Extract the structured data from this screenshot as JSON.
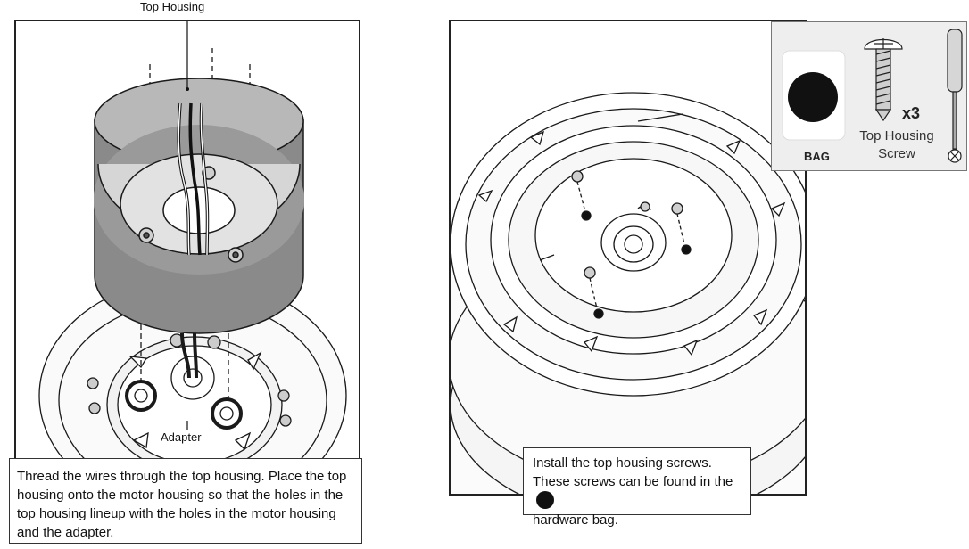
{
  "left_panel": {
    "top_housing_label": "Top Housing",
    "adapter_label": "Adapter",
    "instruction": "Thread the wires through the top housing. Place the top housing onto the motor housing so that the holes in the top housing lineup with the holes in the motor housing and the adapter."
  },
  "right_panel": {
    "instruction_text": "Install the top housing screws. These screws can be found in the",
    "instruction_after_dot": "hardware bag."
  },
  "hardware_box": {
    "bag_label": "BAG",
    "quantity": "x3",
    "screw_label": "Top Housing Screw"
  },
  "colors": {
    "housing_fill": "#8a8a8a",
    "line": "#1a1a1a",
    "panel_bg": "#ffffff",
    "hardware_bg": "#eeeeee"
  }
}
